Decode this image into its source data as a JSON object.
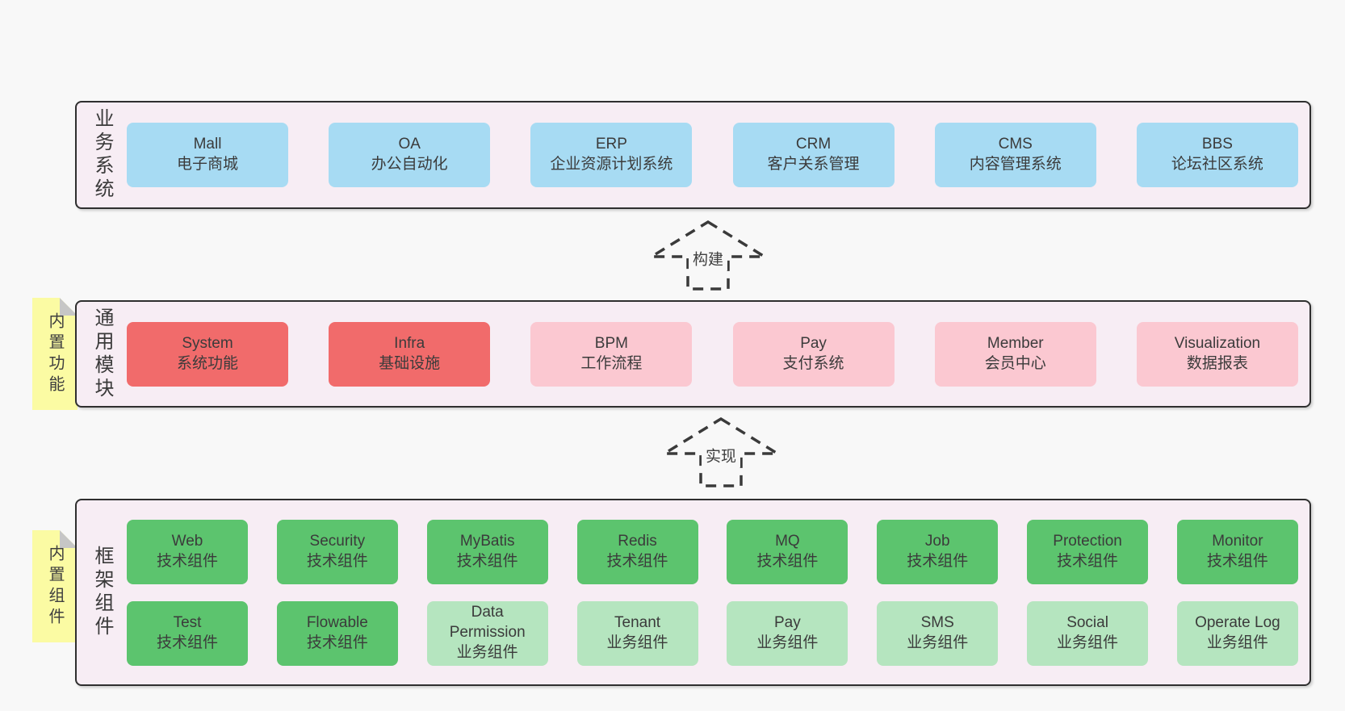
{
  "colors": {
    "page_bg": "#f8f8f8",
    "band_bg": "#f7edf4",
    "band_border": "#2f2f2f",
    "box_text": "#3b3b3b",
    "blue": "#a7dbf3",
    "red": "#f16b6b",
    "pink": "#fbc8d1",
    "green": "#5cc46e",
    "lightgreen": "#b5e5bf",
    "note_bg": "#fbfba3",
    "note_fold": "#c6c6c6",
    "arrow": "#3a3a3a"
  },
  "bands": [
    {
      "label": "业务系统",
      "note": null,
      "rows": [
        [
          {
            "title": "Mall",
            "subtitle": "电子商城",
            "variant": "blue"
          },
          {
            "title": "OA",
            "subtitle": "办公自动化",
            "variant": "blue"
          },
          {
            "title": "ERP",
            "subtitle": "企业资源计划系统",
            "variant": "blue"
          },
          {
            "title": "CRM",
            "subtitle": "客户关系管理",
            "variant": "blue"
          },
          {
            "title": "CMS",
            "subtitle": "内容管理系统",
            "variant": "blue"
          },
          {
            "title": "BBS",
            "subtitle": "论坛社区系统",
            "variant": "blue"
          }
        ]
      ]
    },
    {
      "label": "通用模块",
      "note": "内置功能",
      "rows": [
        [
          {
            "title": "System",
            "subtitle": "系统功能",
            "variant": "red"
          },
          {
            "title": "Infra",
            "subtitle": "基础设施",
            "variant": "red"
          },
          {
            "title": "BPM",
            "subtitle": "工作流程",
            "variant": "pink"
          },
          {
            "title": "Pay",
            "subtitle": "支付系统",
            "variant": "pink"
          },
          {
            "title": "Member",
            "subtitle": "会员中心",
            "variant": "pink"
          },
          {
            "title": "Visualization",
            "subtitle": "数据报表",
            "variant": "pink"
          }
        ]
      ]
    },
    {
      "label": "框架组件",
      "note": "内置组件",
      "rows": [
        [
          {
            "title": "Web",
            "subtitle": "技术组件",
            "variant": "green"
          },
          {
            "title": "Security",
            "subtitle": "技术组件",
            "variant": "green"
          },
          {
            "title": "MyBatis",
            "subtitle": "技术组件",
            "variant": "green"
          },
          {
            "title": "Redis",
            "subtitle": "技术组件",
            "variant": "green"
          },
          {
            "title": "MQ",
            "subtitle": "技术组件",
            "variant": "green"
          },
          {
            "title": "Job",
            "subtitle": "技术组件",
            "variant": "green"
          },
          {
            "title": "Protection",
            "subtitle": "技术组件",
            "variant": "green"
          },
          {
            "title": "Monitor",
            "subtitle": "技术组件",
            "variant": "green"
          }
        ],
        [
          {
            "title": "Test",
            "subtitle": "技术组件",
            "variant": "green"
          },
          {
            "title": "Flowable",
            "subtitle": "技术组件",
            "variant": "green"
          },
          {
            "title": "Data Permission",
            "subtitle": "业务组件",
            "variant": "lightgreen"
          },
          {
            "title": "Tenant",
            "subtitle": "业务组件",
            "variant": "lightgreen"
          },
          {
            "title": "Pay",
            "subtitle": "业务组件",
            "variant": "lightgreen"
          },
          {
            "title": "SMS",
            "subtitle": "业务组件",
            "variant": "lightgreen"
          },
          {
            "title": "Social",
            "subtitle": "业务组件",
            "variant": "lightgreen"
          },
          {
            "title": "Operate Log",
            "subtitle": "业务组件",
            "variant": "lightgreen"
          }
        ]
      ]
    }
  ],
  "arrows": [
    {
      "label": "构建"
    },
    {
      "label": "实现"
    }
  ]
}
